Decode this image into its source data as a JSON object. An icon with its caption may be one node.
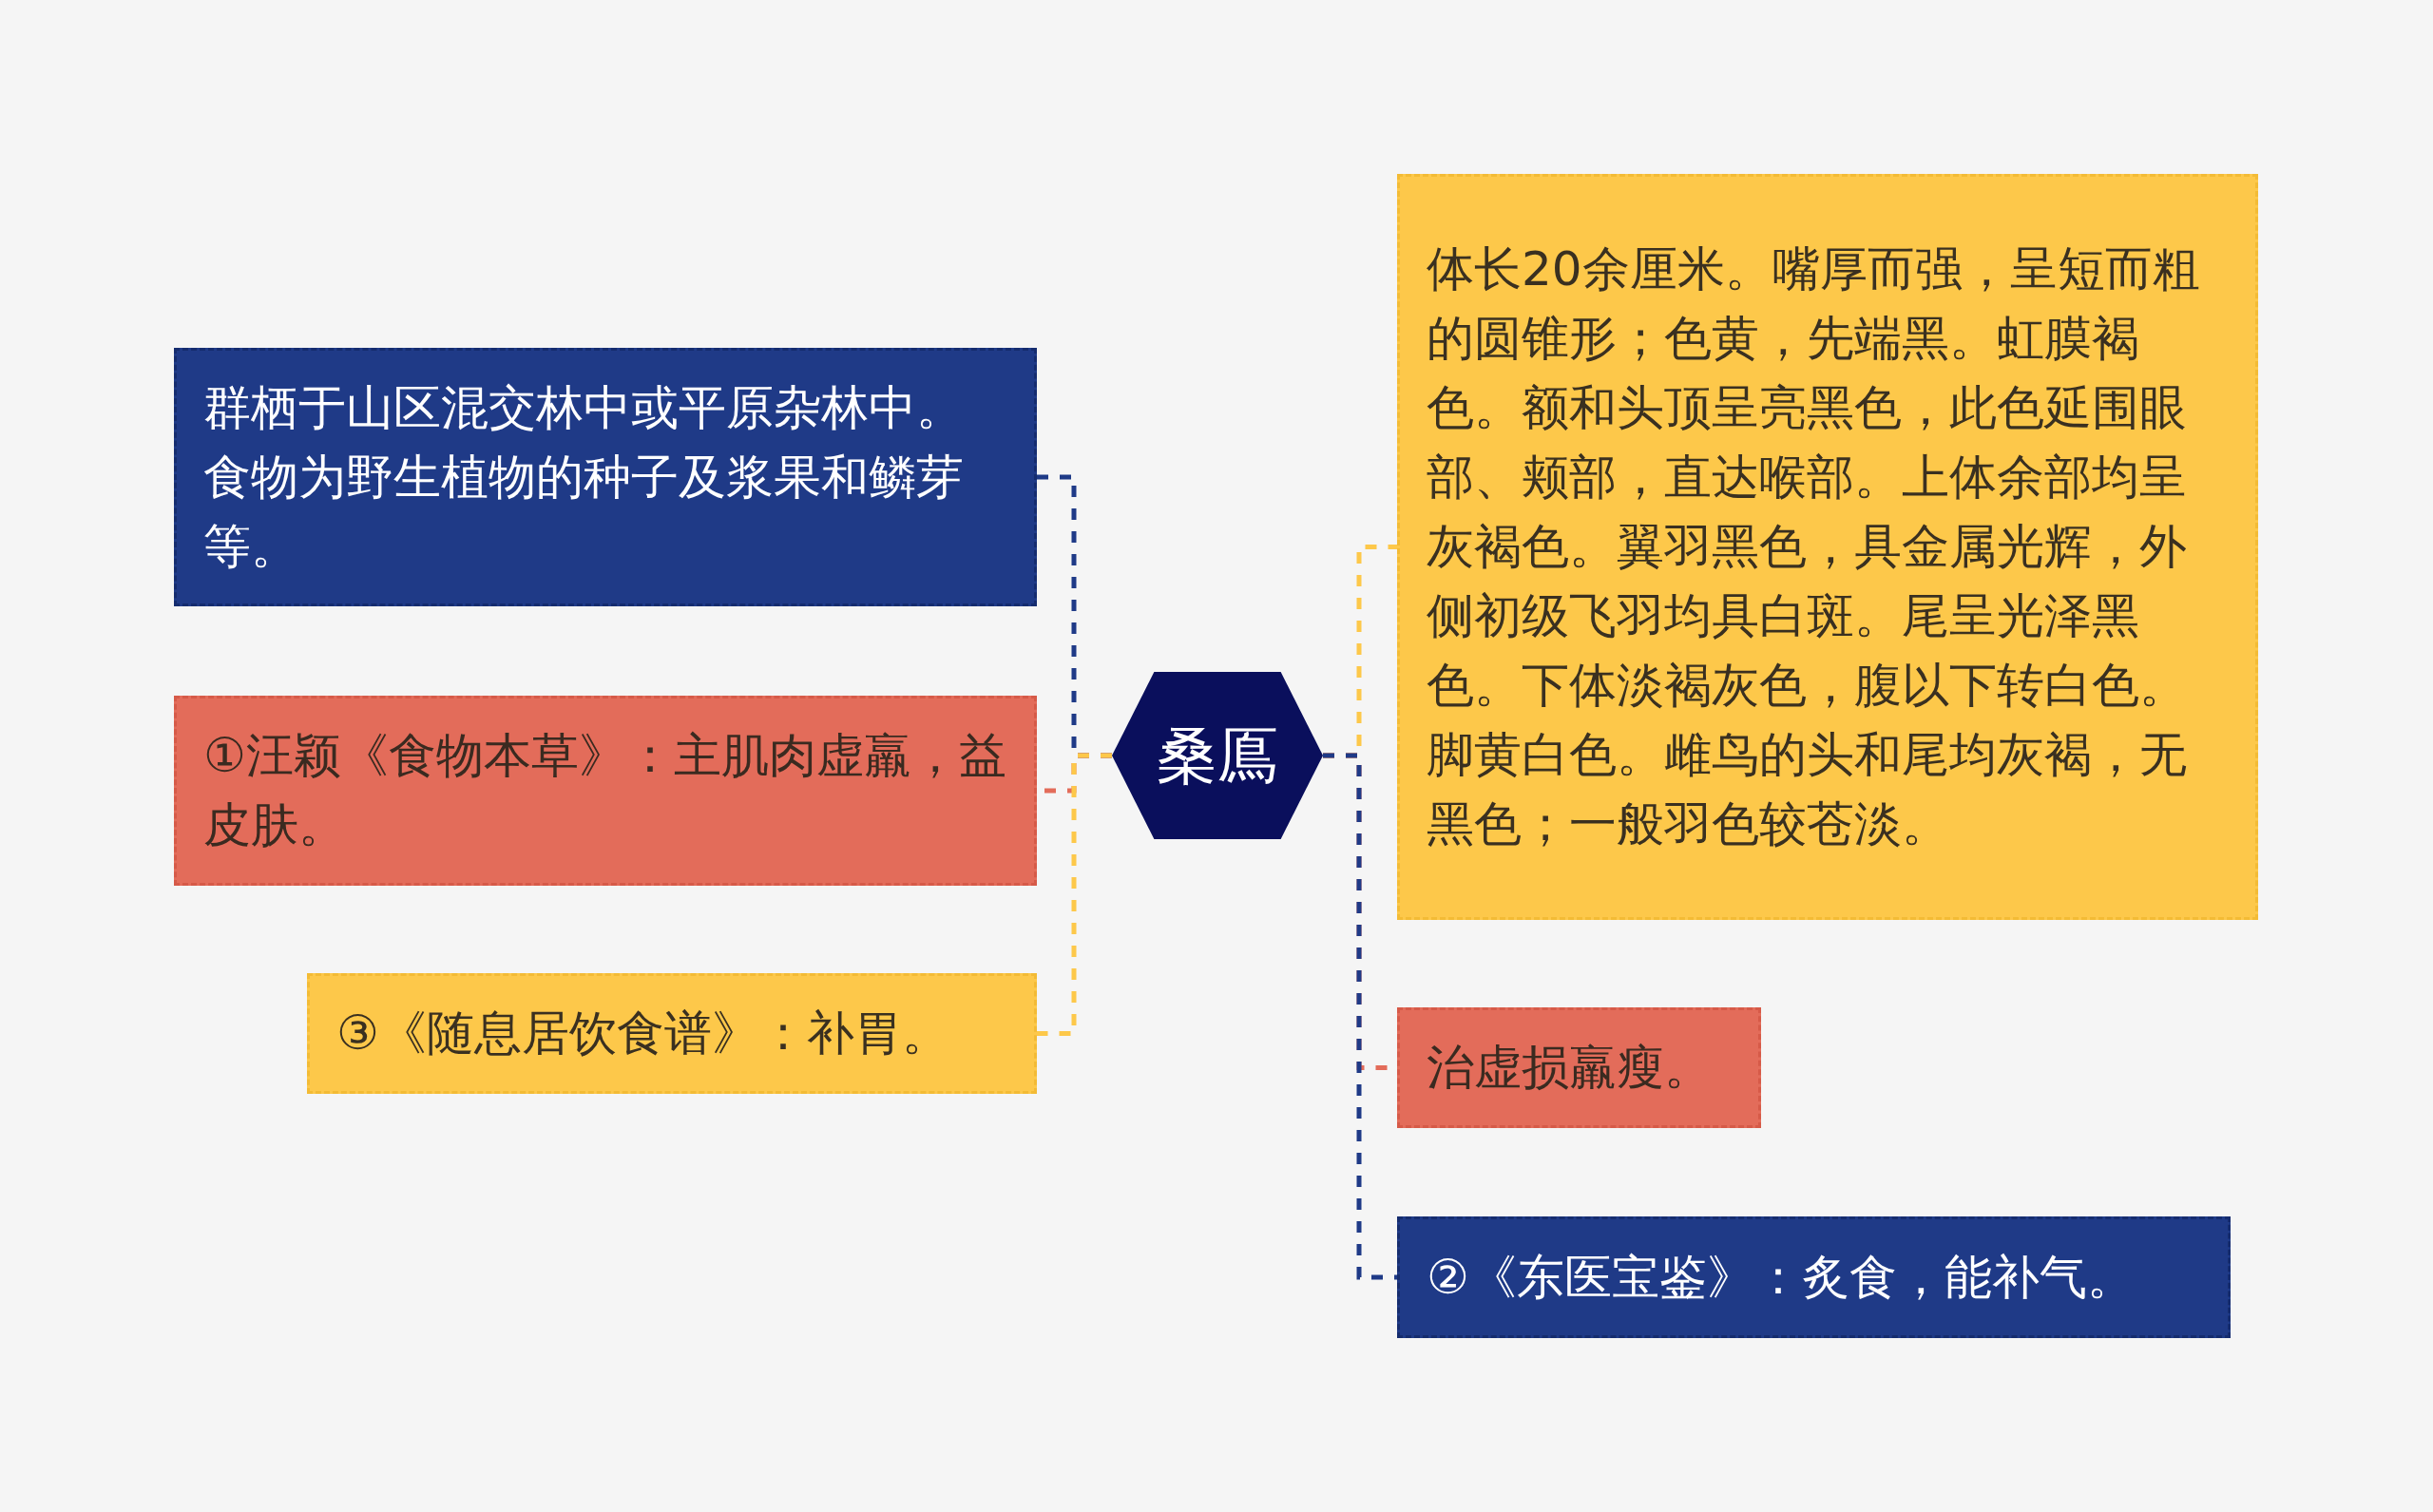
{
  "diagram": {
    "nodes": [
      {
        "text": [
          "桑鳫"
        ]
      },
      {
        "text": [
          "群栖于山区混交林中或平原杂林中。食物为野生植物的种子及浆果和鳞芽等。"
        ]
      },
      {
        "text": [
          "①汪颖《食物本草》：主肌肉虚羸，益皮肤。"
        ]
      },
      {
        "text": [
          "③《随息居饮食谱》：补胃。"
        ]
      },
      {
        "text": [
          "体长20余厘米。嘴厚而强，呈短而粗的圆锥形；色黄，先端黑。虹膜褐色。额和头顶呈亮黑色，此色延围眼部、颊部，直达喉部。上体余部均呈灰褐色。翼羽黑色，具金属光辉，外侧初级飞羽均具白斑。尾呈光泽黑色。下体淡褐灰色，腹以下转白色。脚黄白色。雌鸟的头和尾均灰褐，无黑色；一般羽色较苍淡。"
        ]
      },
      {
        "text": [
          "治虚损羸瘦。"
        ]
      },
      {
        "text": [
          "②《东医宝鉴》：炙食，能补气。"
        ]
      }
    ],
    "edges": [
      {
        "from": 0,
        "to": 1,
        "arrow": "none",
        "style": "dashed",
        "color": "#1f3a87"
      },
      {
        "from": 0,
        "to": 2,
        "arrow": "none",
        "style": "dashed",
        "color": "#e36c5a"
      },
      {
        "from": 0,
        "to": 3,
        "arrow": "none",
        "style": "dashed",
        "color": "#fdc84a"
      },
      {
        "from": 0,
        "to": 4,
        "arrow": "none",
        "style": "dashed",
        "color": "#fdc84a"
      },
      {
        "from": 0,
        "to": 5,
        "arrow": "none",
        "style": "dashed",
        "color": "#e36c5a"
      },
      {
        "from": 0,
        "to": 6,
        "arrow": "none",
        "style": "dashed",
        "color": "#1f3a87"
      }
    ]
  }
}
